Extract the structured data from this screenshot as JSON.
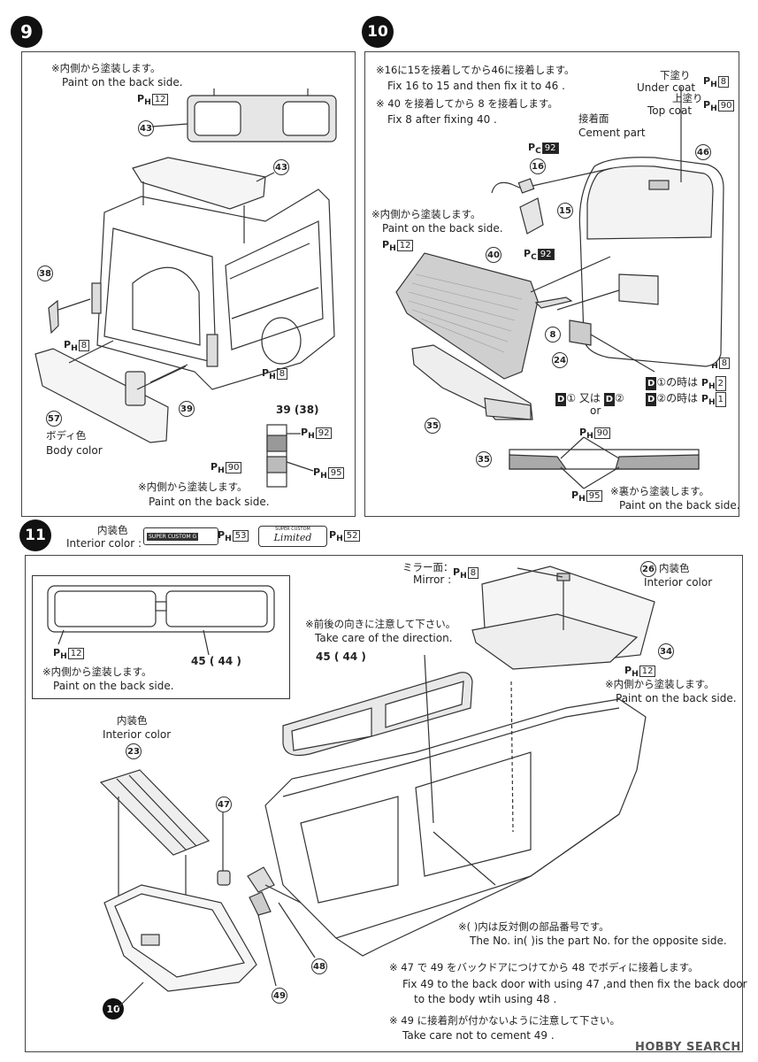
{
  "step9": {
    "number": "9",
    "note_top_jp": "※内側から塗装します。",
    "note_top_en": "Paint on the back side.",
    "paint_43": "12",
    "part_43a": "43",
    "part_43b": "43",
    "part_38": "38",
    "paint_38": "8",
    "paint_side": "8",
    "part_57": "57",
    "body_color_jp": "ボディ色",
    "body_color_en": "Body color",
    "part_39": "39",
    "lamp_label": "39 (38)",
    "paint_92": "92",
    "paint_90": "90",
    "paint_95": "95",
    "note_bottom_jp": "※内側から塗装します。",
    "note_bottom_en": "Paint on the back side."
  },
  "step10": {
    "number": "10",
    "line1_jp": "※16に15を接着してから46に接着します。",
    "line1_en": "Fix 16 to 15 and then fix it to 46 .",
    "line2_jp": "※ 40 を接着してから 8 を接着します。",
    "line2_en": "Fix 8 after fixing 40 .",
    "under_coat_jp": "下塗り",
    "under_coat_en": "Under coat",
    "under_coat_paint": "8",
    "top_coat_jp": "上塗り",
    "top_coat_en": "Top coat",
    "top_coat_paint": "90",
    "cement_jp": "接着面",
    "cement_en": "Cement part",
    "pc92_a": "92",
    "pc92_b": "92",
    "part_16": "16",
    "part_15": "15",
    "part_46": "46",
    "part_40": "40",
    "part_8": "8",
    "part_24": "24",
    "part_35a": "35",
    "part_35b": "35",
    "inner_jp": "※内側から塗装します。",
    "inner_en": "Paint on the back side.",
    "paint_12": "12",
    "paint_8": "8",
    "d1_text": "①の時は",
    "d1_paint": "2",
    "d2_text": "②の時は",
    "d2_paint": "1",
    "d_or_jp": "又は",
    "d_or_en": "or",
    "d_letter": "D",
    "paint_90": "90",
    "paint_95": "95",
    "back_jp": "※裏から塗装します。",
    "back_en": "Paint on the back side."
  },
  "step11": {
    "number": "11",
    "interior_jp": "内装色",
    "interior_en": "Interior color :",
    "grade_g": "SUPER CUSTOM G",
    "paint_53": "53",
    "grade_limited_top": "SUPER CUSTOM",
    "grade_limited": "Limited",
    "paint_52": "52",
    "mirror_jp": "ミラー面：",
    "mirror_en": "Mirror :",
    "mirror_paint": "8",
    "part_26": "26",
    "interior2_jp": "内装色",
    "interior2_en": "Interior color",
    "part_34": "34",
    "paint_12b": "12",
    "inner2_jp": "※内側から塗装します。",
    "inner2_en": "Paint on the back side.",
    "inset_paint": "12",
    "inset_parts": "45 ( 44 )",
    "inset_jp": "※内側から塗装します。",
    "inset_en": "Paint on the back side.",
    "direction_jp": "※前後の向きに注意して下さい。",
    "direction_en": "Take care of the direction.",
    "direction_parts": "45 ( 44 )",
    "interior3_jp": "内装色",
    "interior3_en": "Interior color",
    "part_23": "23",
    "part_47": "47",
    "part_48": "48",
    "part_49": "49",
    "part_10": "10",
    "opp_jp": "※(  )内は反対側の部品番号です。",
    "opp_en": "The No. in(   )is the part No. for the opposite side.",
    "fix_jp": "※ 47 で 49 をバックドアにつけてから 48 でボディに接着します。",
    "fix_en1": "Fix 49  to the back door with using 47 ,and then fix the back door",
    "fix_en2": "to the body wtih using 48 .",
    "care_jp": "※ 49 に接着剤が付かないように注意して下さい。",
    "care_en": "Take care not to cement 49 ."
  },
  "watermark": "HOBBY SEARCH",
  "colors": {
    "line": "#333333",
    "gray": "#d9d9d9",
    "badge": "#111111"
  }
}
